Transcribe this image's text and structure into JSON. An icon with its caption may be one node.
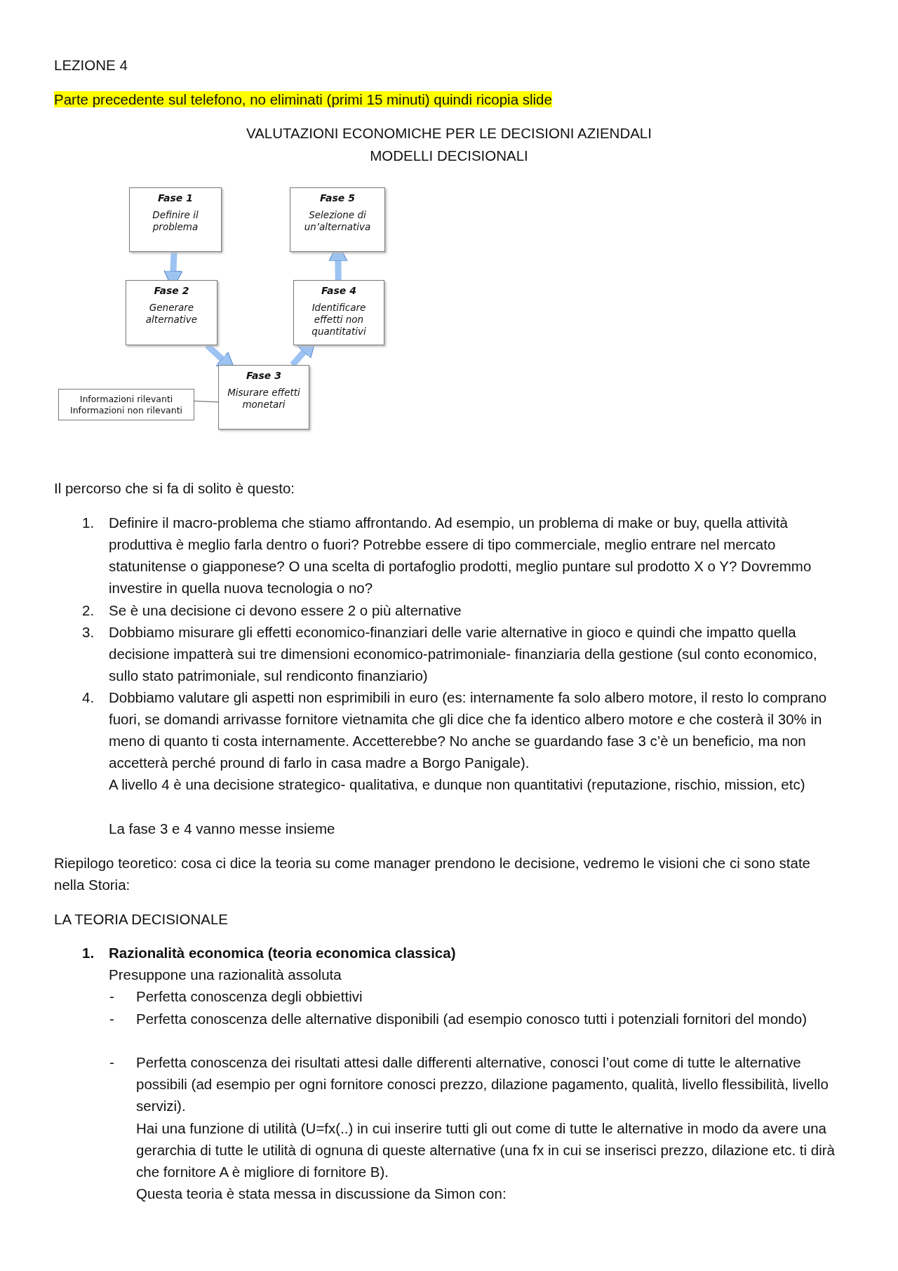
{
  "diagram": {
    "nodes": [
      {
        "text": [
          "Fase 1",
          "Definire il problema"
        ]
      },
      {
        "text": [
          "Fase 5",
          "Selezione di un’alternativa"
        ]
      },
      {
        "text": [
          "Fase 2",
          "Generare alternative"
        ]
      },
      {
        "text": [
          "Fase 4",
          "Identificare effetti non quantitativi"
        ]
      },
      {
        "text": [
          "Fase 3",
          "Misurare effetti monetari"
        ]
      },
      {
        "text": [
          "Informazioni rilevanti",
          "Informazioni non rilevanti"
        ]
      }
    ],
    "edges": [
      {
        "from": 0,
        "to": 2,
        "arrow": "to"
      },
      {
        "from": 2,
        "to": 4,
        "arrow": "to"
      },
      {
        "from": 4,
        "to": 3,
        "arrow": "to"
      },
      {
        "from": 3,
        "to": 1,
        "arrow": "to"
      },
      {
        "from": 5,
        "to": 4,
        "arrow": "none",
        "color": "#777777"
      }
    ],
    "labels": [
      "LEZIONE 4",
      "Parte precedente sul telefono, no eliminati (primi 15 minuti) quindi ricopia slide",
      "VALUTAZIONI ECONOMICHE PER LE DECISIONI AZIENDALI",
      "MODELLI DECISIONALI",
      "Il percorso che si fa di solito è questo:",
      "1.",
      "Definire il macro-problema che stiamo affrontando. Ad esempio, un problema di make or buy, quella attività produttiva è meglio farla dentro o fuori? Potrebbe essere di tipo commerciale, meglio entrare nel mercato statunitense o giapponese? O una scelta di portafoglio prodotti, meglio puntare sul prodotto X o Y? Dovremmo investire in quella nuova tecnologia o no?",
      "2.",
      "Se è una decisione ci devono essere 2 o più alternative",
      "3.",
      "Dobbiamo misurare gli effetti economico-finanziari delle varie alternative in gioco e quindi che impatto quella decisione impatterà sui tre dimensioni economico-patrimoniale- finanziaria della gestione (sul conto economico, sullo stato patrimoniale, sul rendiconto finanziario)",
      "4.",
      "Dobbiamo valutare gli aspetti non esprimibili in euro (es: internamente fa solo albero motore, il resto lo comprano fuori, se domandi arrivasse fornitore vietnamita che gli dice che fa identico albero motore e che costerà il 30% in meno di quanto ti costa internamente. Accetterebbe? No anche se guardando fase 3 c’è un beneficio, ma non accetterà perché pround di farlo in casa madre a Borgo Panigale).",
      "A livello 4 è una decisione strategico- qualitativa, e dunque non quantitativi (reputazione, rischio, mission, etc)",
      "La fase 3 e 4 vanno messe insieme",
      "Riepilogo teoretico: cosa ci dice la teoria su come manager prendono le decisione, vedremo le visioni che ci sono state nella Storia:",
      "LA TEORIA DECISIONALE",
      "1.",
      "Razionalità economica (teoria economica classica)",
      "Presuppone una razionalità assoluta",
      "-",
      "Perfetta conoscenza degli obbiettivi",
      "-",
      "Perfetta conoscenza delle alternative disponibili (ad esempio conosco tutti i potenziali fornitori del mondo)",
      "-",
      "Perfetta conoscenza dei risultati attesi dalle differenti alternative, conosci l’out come di tutte le alternative possibili (ad esempio per ogni fornitore conosci prezzo, dilazione pagamento, qualità, livello flessibilità, livello servizi).",
      "Hai una funzione di utilità (U=fx(..) in cui inserire tutti gli out come di tutte le alternative in modo da avere una gerarchia di tutte le utilità di ognuna di queste alternative (una fx in cui se inserisci prezzo, dilazione etc. ti dirà che fornitore A è migliore di fornitore B).",
      "Questa teoria è stata messa in discussione da Simon con:"
    ]
  }
}
